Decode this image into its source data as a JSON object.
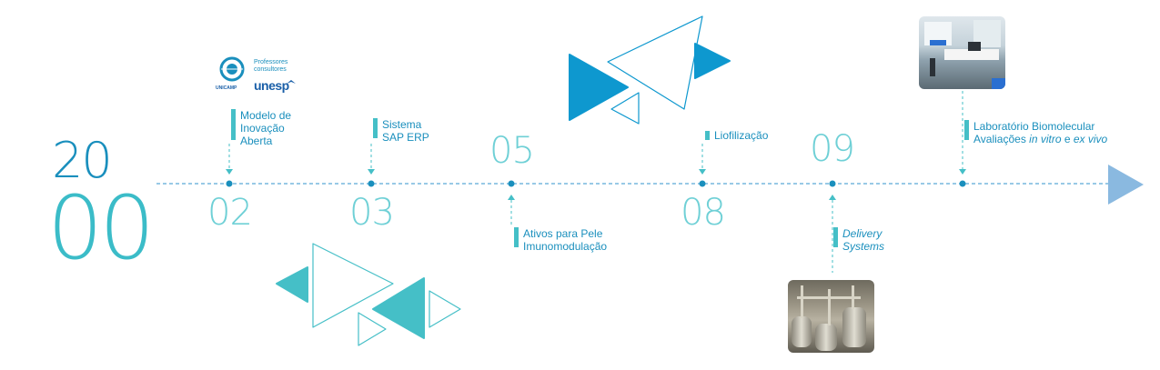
{
  "timeline": {
    "year_top": "20",
    "year_bottom": "00",
    "numbers": {
      "n02": "02",
      "n03": "03",
      "n05": "05",
      "n08": "08",
      "n09": "09"
    },
    "events": {
      "modelo": [
        "Modelo de",
        "Inovação",
        "Aberta"
      ],
      "sap": [
        "Sistema",
        "SAP ERP"
      ],
      "ativos": [
        "Ativos para Pele",
        "Imunomodulação"
      ],
      "liofilizacao": [
        "Liofilização"
      ],
      "delivery": [
        "Delivery",
        "Systems"
      ],
      "lab_line1": "Laboratório Biomolecular",
      "lab_line2_a": "Avaliações ",
      "lab_line2_b": "in vitro",
      "lab_line2_c": " e ",
      "lab_line2_d": "ex vivo"
    },
    "logos": {
      "professores": "Professores",
      "consultores": "consultores",
      "unesp": "unesp",
      "unicamp": "UNICAMP"
    }
  },
  "colors": {
    "dark_blue": "#1a8fbd",
    "teal": "#45bfc7",
    "light_teal": "#5ccbd1",
    "arrow_blue": "#8ab9e0",
    "triangle_blue": "#0e98cf"
  }
}
